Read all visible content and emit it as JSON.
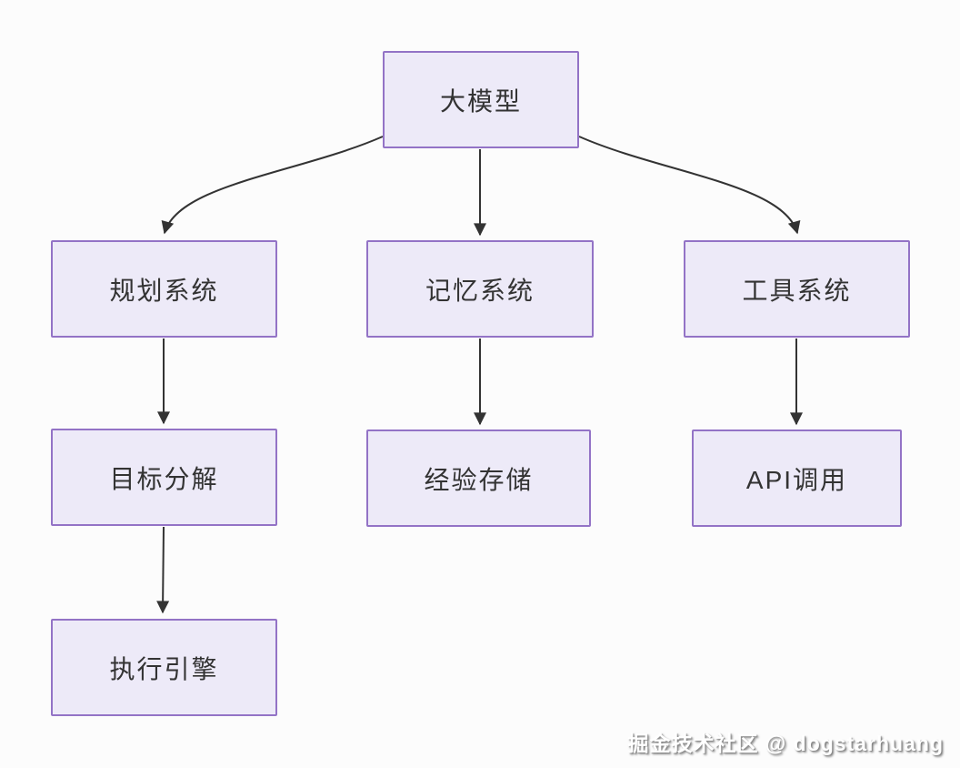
{
  "diagram": {
    "type": "flowchart",
    "nodes": [
      {
        "id": "llm",
        "label": "大模型"
      },
      {
        "id": "planning-system",
        "label": "规划系统"
      },
      {
        "id": "memory-system",
        "label": "记忆系统"
      },
      {
        "id": "tool-system",
        "label": "工具系统"
      },
      {
        "id": "goal-decomposition",
        "label": "目标分解"
      },
      {
        "id": "experience-storage",
        "label": "经验存储"
      },
      {
        "id": "api-call",
        "label": "API调用"
      },
      {
        "id": "execution-engine",
        "label": "执行引擎"
      }
    ],
    "edges": [
      {
        "from": "llm",
        "to": "planning-system"
      },
      {
        "from": "llm",
        "to": "memory-system"
      },
      {
        "from": "llm",
        "to": "tool-system"
      },
      {
        "from": "planning-system",
        "to": "goal-decomposition"
      },
      {
        "from": "memory-system",
        "to": "experience-storage"
      },
      {
        "from": "tool-system",
        "to": "api-call"
      },
      {
        "from": "goal-decomposition",
        "to": "execution-engine"
      }
    ]
  },
  "watermark": {
    "text": "掘金技术社区 @ dogstarhuang"
  },
  "colors": {
    "background": "#fcfcfc",
    "node_fill": "#edeaf8",
    "node_border": "#9373c6",
    "edge": "#333333",
    "node_text": "#333333",
    "watermark_text": "#ffffff"
  }
}
